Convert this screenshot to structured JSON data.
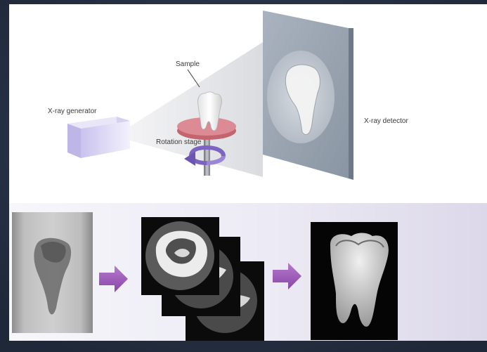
{
  "labels": {
    "sample": "Sample",
    "xray_generator": "X-ray generator",
    "rotation_stage": "Rotation stage",
    "xray_detector": "X-ray detector"
  },
  "colors": {
    "background": "#2a3547",
    "arrow_purple": "#9b55b8",
    "stage_red": "#d97b84",
    "generator_lavender": "#d8d4f2",
    "detector_gray": "#9ea8b6"
  },
  "icons": [
    "xray-generator",
    "tooth-sample",
    "rotation-stage",
    "rotation-arrow",
    "xray-detector",
    "radiograph",
    "ct-slices",
    "tooth-3d-render",
    "process-arrow"
  ]
}
